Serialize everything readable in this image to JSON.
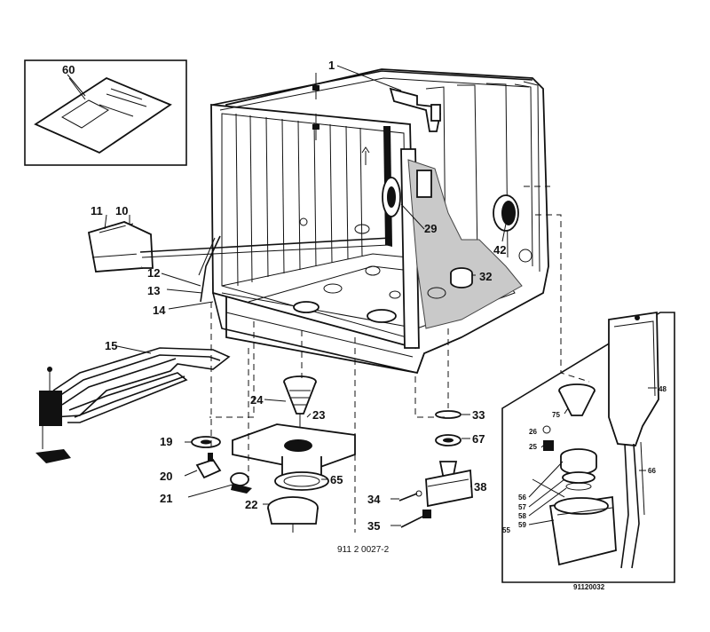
{
  "diagram": {
    "labels": {
      "p60": "60",
      "p1": "1",
      "p11": "11",
      "p10": "10",
      "p12": "12",
      "p13": "13",
      "p14": "14",
      "p29": "29",
      "p42": "42",
      "p32": "32",
      "p15": "15",
      "p24": "24",
      "p23": "23",
      "p19": "19",
      "p20": "20",
      "p21": "21",
      "p65": "65",
      "p22": "22",
      "p33": "33",
      "p67": "67",
      "p38": "38",
      "p34": "34",
      "p35": "35",
      "p48": "48",
      "p75": "75",
      "p26": "26",
      "p25": "25",
      "p56": "56",
      "p57": "57",
      "p58": "58",
      "p59": "59",
      "p55": "55",
      "p66": "66"
    },
    "codes": {
      "main": "911 2 0027-2",
      "inset": "91120032"
    }
  }
}
